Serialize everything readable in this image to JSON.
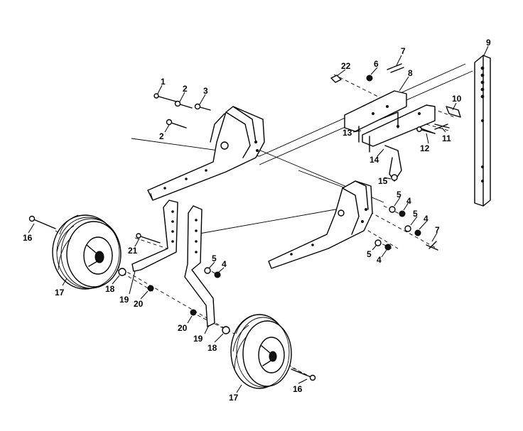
{
  "diagram": {
    "callouts": [
      "1",
      "2",
      "3",
      "2",
      "5",
      "6",
      "7",
      "8",
      "9",
      "10",
      "11",
      "12",
      "13",
      "14",
      "15",
      "16",
      "17",
      "18",
      "19",
      "20",
      "21",
      "22",
      "5",
      "4",
      "5",
      "4",
      "7",
      "5",
      "4",
      "4",
      "5",
      "16",
      "17",
      "18",
      "19",
      "20"
    ]
  }
}
